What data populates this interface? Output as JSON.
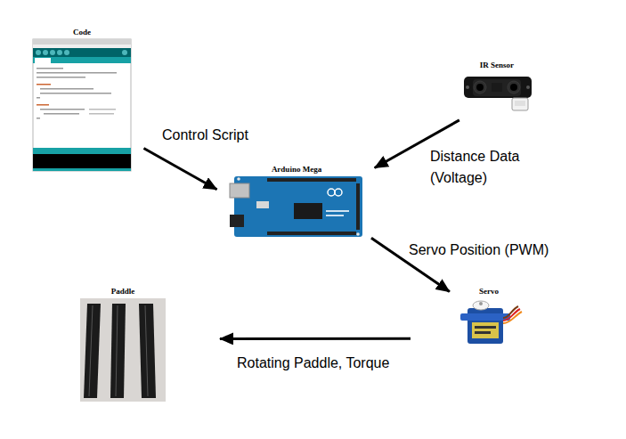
{
  "diagram": {
    "nodes": [
      {
        "text": [
          "Code"
        ]
      },
      {
        "text": [
          "IR Sensor"
        ]
      },
      {
        "text": [
          "Arduino Mega"
        ]
      },
      {
        "text": [
          "Servo"
        ]
      },
      {
        "text": [
          "Paddle"
        ]
      }
    ],
    "edges": [
      {
        "from": 0,
        "to": 2,
        "arrow": "to",
        "label": "Control Script"
      },
      {
        "from": 1,
        "to": 2,
        "arrow": "to",
        "label": "Distance Data (Voltage)"
      },
      {
        "from": 2,
        "to": 3,
        "arrow": "to",
        "label": "Servo Position (PWM)"
      },
      {
        "from": 3,
        "to": 4,
        "arrow": "to",
        "label": "Rotating Paddle, Torque"
      }
    ]
  }
}
